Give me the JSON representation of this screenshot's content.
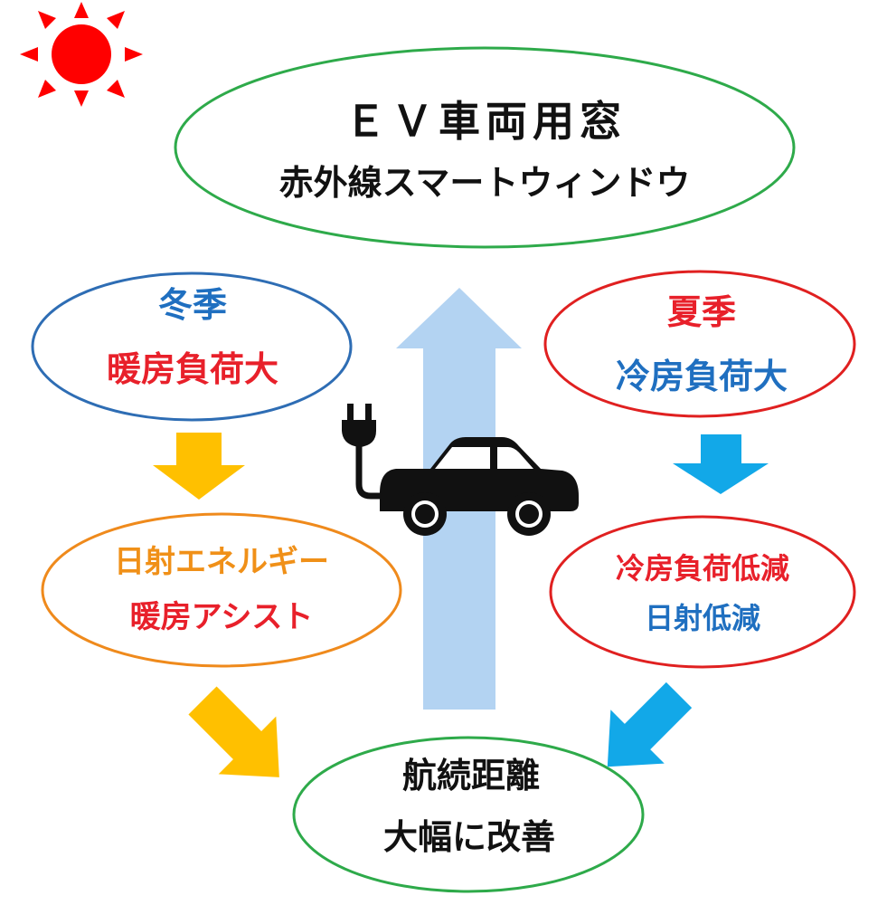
{
  "title": {
    "line1": "ＥＶ車両用窓",
    "line2": "赤外線スマートウィンドウ"
  },
  "winter": {
    "season": "冬季",
    "load": "暖房負荷大",
    "effect_line1": "日射エネルギー",
    "effect_line2": "暖房アシスト"
  },
  "summer": {
    "season": "夏季",
    "load": "冷房負荷大",
    "effect_line1": "冷房負荷低減",
    "effect_line2": "日射低減"
  },
  "result": {
    "line1": "航続距離",
    "line2": "大幅に改善"
  },
  "icons": [
    "sun-icon",
    "ev-car-icon",
    "plug-icon"
  ],
  "colors": {
    "green_outline": "#2eaa4a",
    "blue_outline": "#2e6db4",
    "red_outline": "#e02020",
    "orange_outline": "#ef8a1c",
    "red_text": "#e8202a",
    "blue_text": "#1f6fc0",
    "orange_text": "#f09018",
    "yellow_arrow": "#ffc000",
    "cyan_arrow": "#12a8e8",
    "light_blue_arrow": "#b3d3f2",
    "sun": "#ff0000"
  }
}
